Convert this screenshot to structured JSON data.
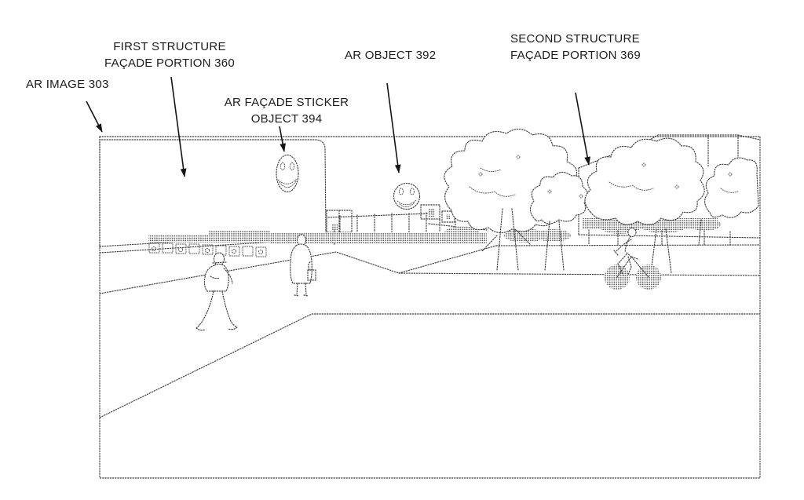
{
  "figure": {
    "background": "#ffffff",
    "ink_color": "#3d3d3d",
    "label_color": "#1c1c1c",
    "labels": {
      "ar_image": "AR IMAGE 303",
      "first_structure": {
        "line1": "FIRST STRUCTURE",
        "line2": "FAÇADE PORTION 360"
      },
      "ar_facade_sticker": {
        "line1": "AR FAÇADE STICKER",
        "line2": "OBJECT 394"
      },
      "ar_object": "AR OBJECT 392",
      "second_structure": {
        "line1": "SECOND STRUCTURE",
        "line2": "FAÇADE PORTION 369"
      }
    },
    "scene_elements": [
      "ar-image-frame",
      "first-structure-facade",
      "ar-facade-sticker-smiley",
      "ar-object-smiley",
      "parked-row",
      "fence",
      "hedge",
      "pedestrian-1",
      "pedestrian-2",
      "trees",
      "second-structure-facade",
      "cyclist",
      "road-lines"
    ]
  }
}
